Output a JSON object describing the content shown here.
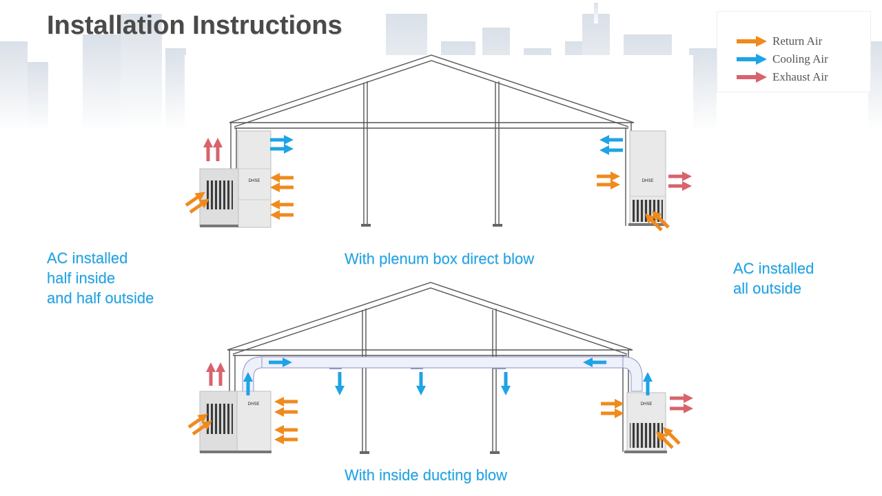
{
  "title": "Installation Instructions",
  "legend": {
    "items": [
      {
        "label": "Return Air",
        "color": "#f08a1c"
      },
      {
        "label": "Cooling Air",
        "color": "#1ea3e6"
      },
      {
        "label": "Exhaust Air",
        "color": "#d8636c"
      }
    ]
  },
  "captions": {
    "left_line1": "AC installed",
    "left_line2": "half inside",
    "left_line3": "and half outside",
    "top_center": "With plenum box direct blow",
    "right_line1": "AC installed",
    "right_line2": "all outside",
    "bottom_center": "With inside ducting blow"
  },
  "unit_brand": "DHSE",
  "colors": {
    "return_air": "#f08a1c",
    "cooling_air": "#1ea3e6",
    "exhaust_air": "#d8636c",
    "caption": "#1ea3e6",
    "structure": "#555555"
  }
}
